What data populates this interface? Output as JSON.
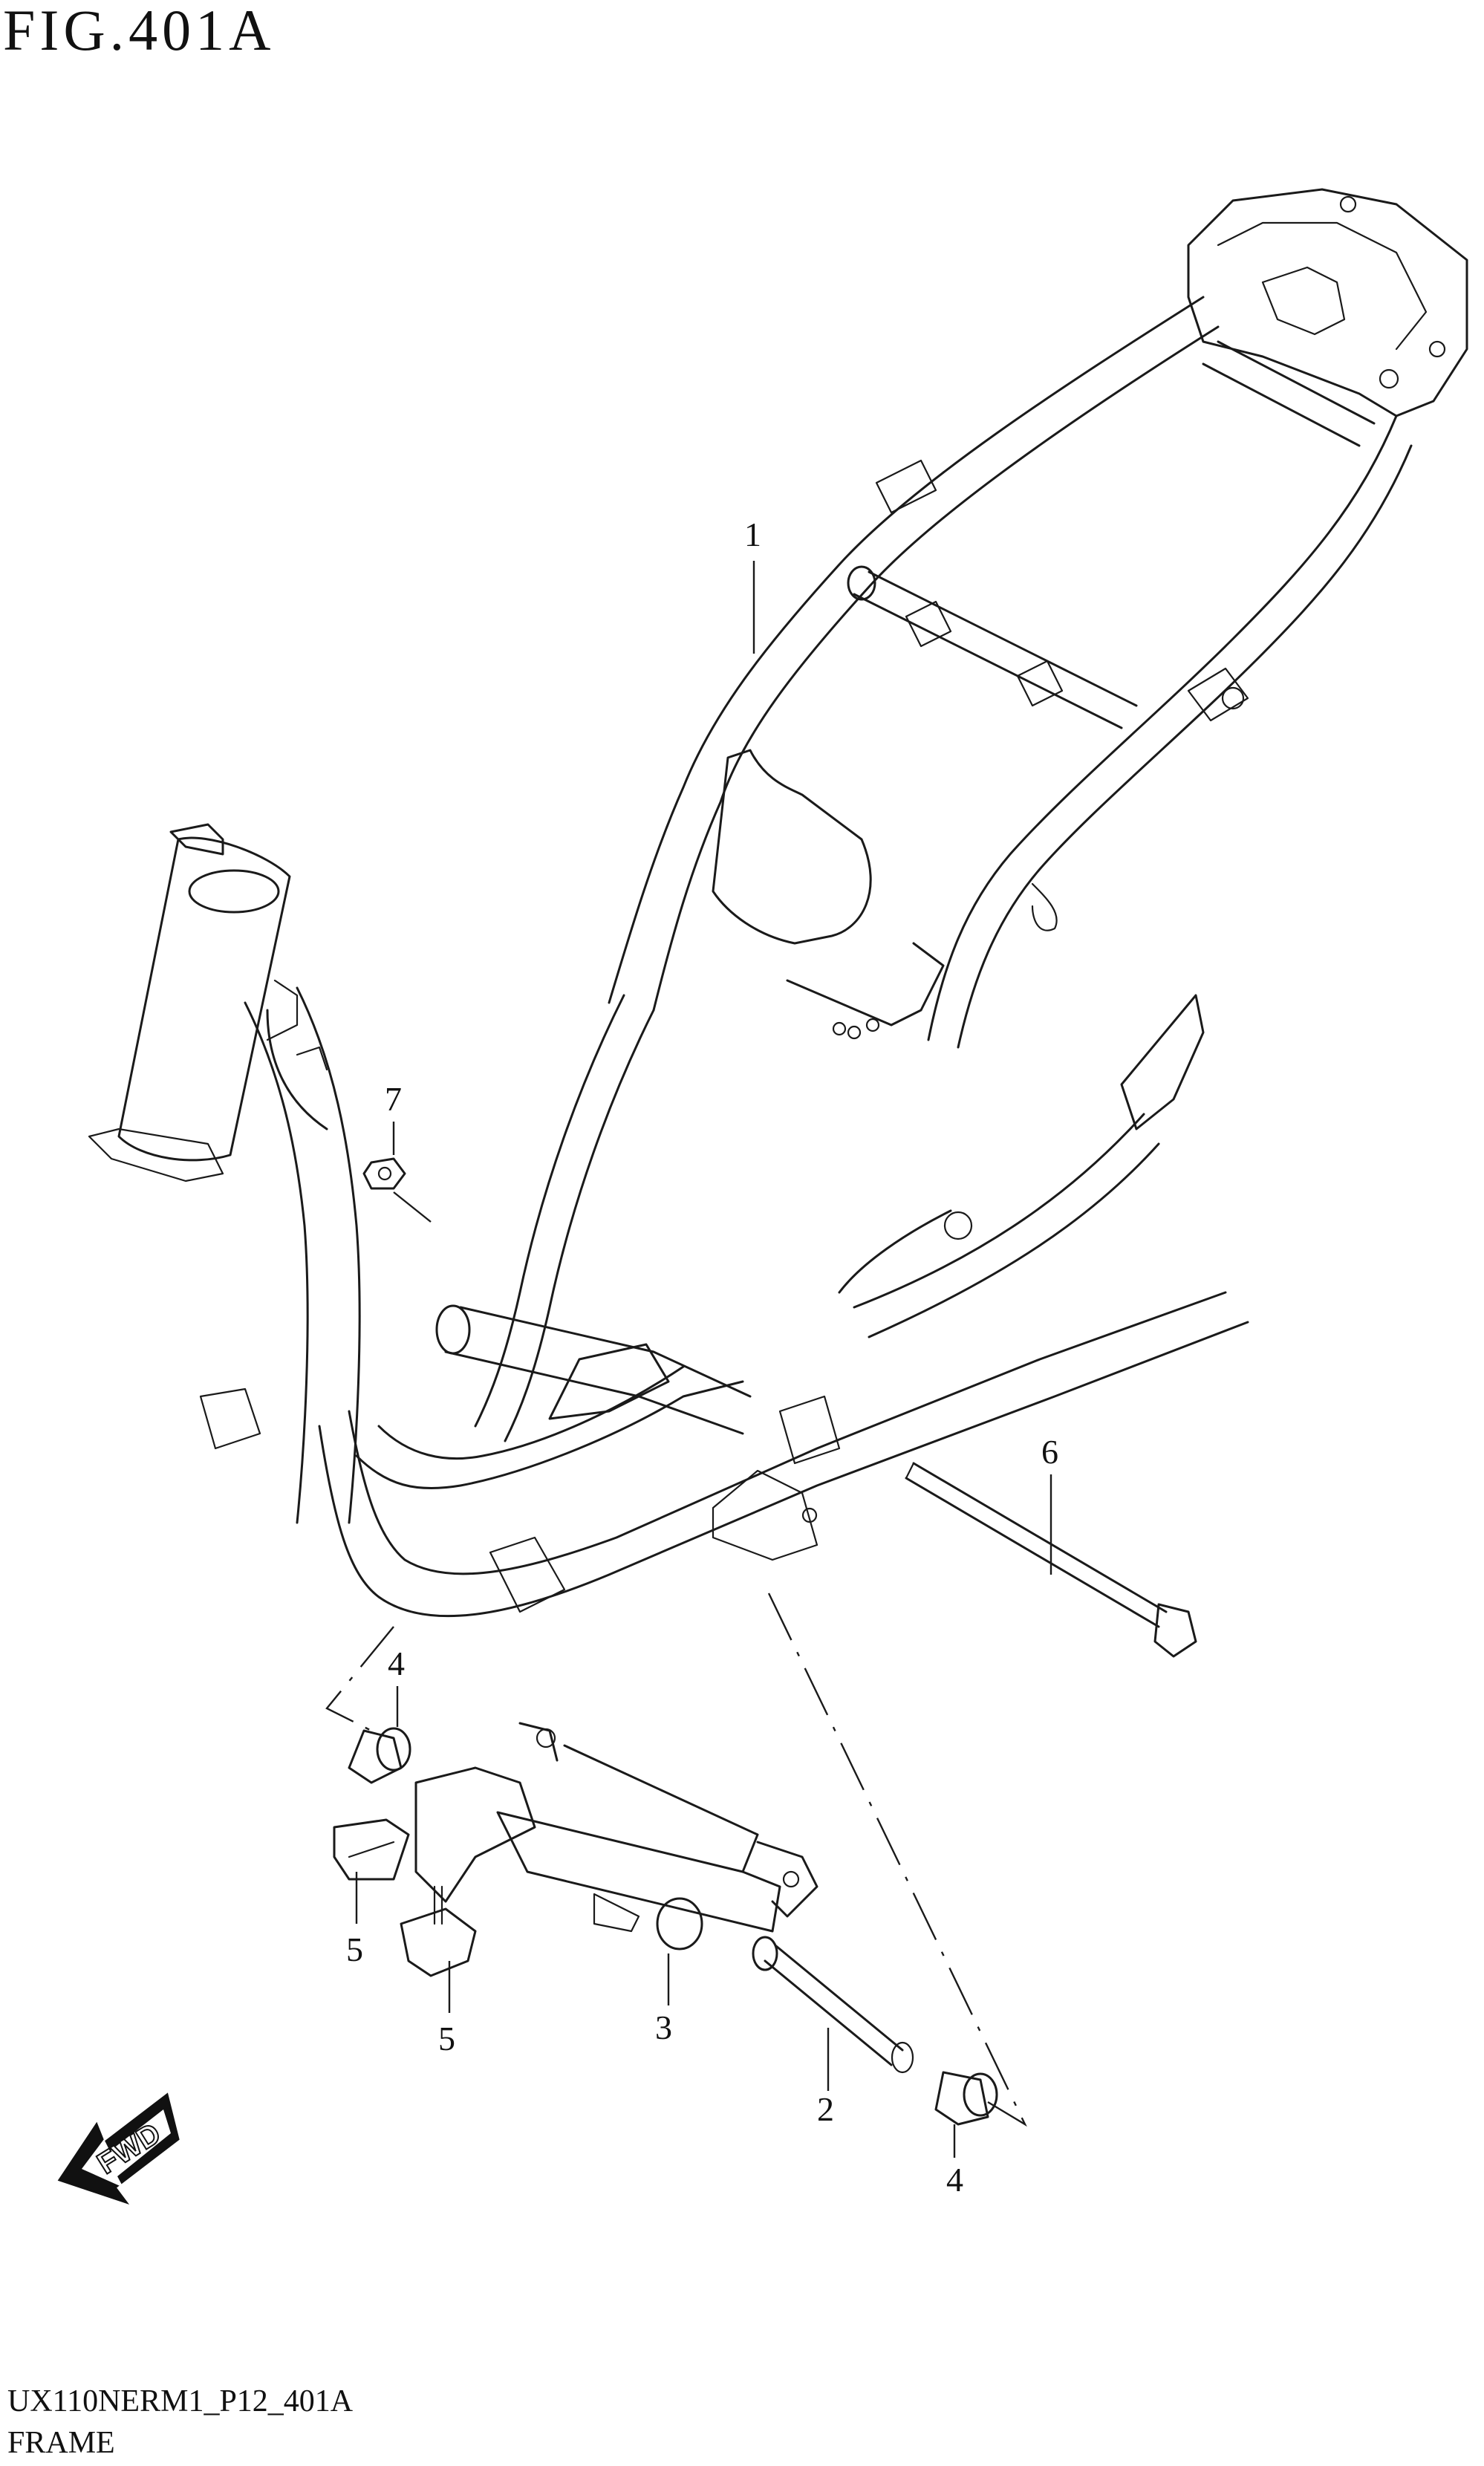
{
  "figure": {
    "title": "FIG.401A"
  },
  "callouts": [
    {
      "id": "1",
      "label": "1"
    },
    {
      "id": "2",
      "label": "2"
    },
    {
      "id": "3",
      "label": "3"
    },
    {
      "id": "4a",
      "label": "4"
    },
    {
      "id": "4b",
      "label": "4"
    },
    {
      "id": "5a",
      "label": "5"
    },
    {
      "id": "5b",
      "label": "5"
    },
    {
      "id": "6",
      "label": "6"
    },
    {
      "id": "7",
      "label": "7"
    }
  ],
  "direction_indicator": {
    "label": "FWD",
    "icon": "fwd-arrow-icon"
  },
  "footer": {
    "code": "UX110NERM1_P12_401A",
    "name": "FRAME"
  }
}
